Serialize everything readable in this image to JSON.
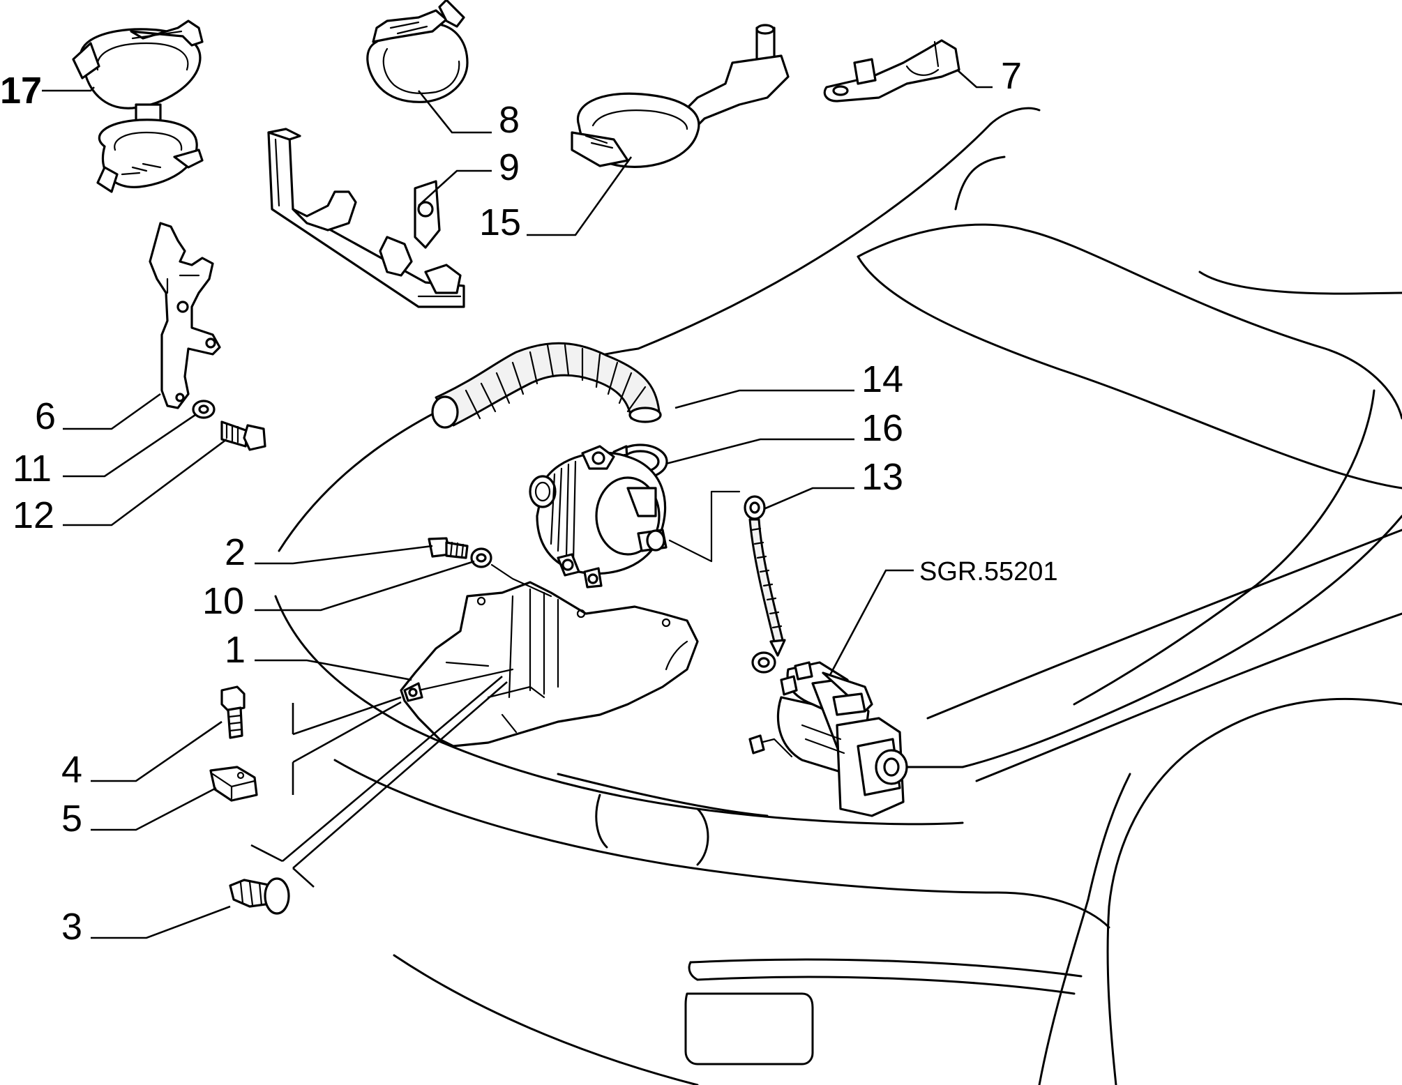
{
  "diagram": {
    "reference_code": "SGR.55201",
    "callouts": [
      {
        "id": "17",
        "label": "17",
        "part": "double-hose-clip"
      },
      {
        "id": "8",
        "label": "8",
        "part": "hose-clip"
      },
      {
        "id": "9",
        "label": "9",
        "part": "mounting-bracket"
      },
      {
        "id": "15",
        "label": "15",
        "part": "cable-clamp"
      },
      {
        "id": "7",
        "label": "7",
        "part": "small-bracket"
      },
      {
        "id": "6",
        "label": "6",
        "part": "support-bracket"
      },
      {
        "id": "11",
        "label": "11",
        "part": "washer"
      },
      {
        "id": "12",
        "label": "12",
        "part": "bolt"
      },
      {
        "id": "14",
        "label": "14",
        "part": "air-hose"
      },
      {
        "id": "16",
        "label": "16",
        "part": "hose-clamp"
      },
      {
        "id": "13",
        "label": "13",
        "part": "ground-cable"
      },
      {
        "id": "2",
        "label": "2",
        "part": "bolt"
      },
      {
        "id": "10",
        "label": "10",
        "part": "washer"
      },
      {
        "id": "1",
        "label": "1",
        "part": "splash-shield"
      },
      {
        "id": "4",
        "label": "4",
        "part": "screw"
      },
      {
        "id": "5",
        "label": "5",
        "part": "speed-nut"
      },
      {
        "id": "3",
        "label": "3",
        "part": "push-rivet"
      }
    ]
  }
}
